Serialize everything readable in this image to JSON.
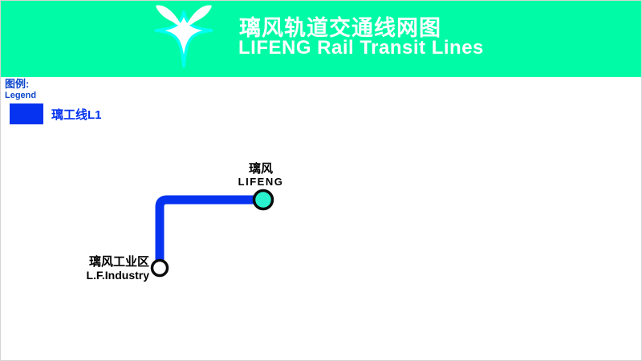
{
  "header": {
    "title_zh": "璃风轨道交通线网图",
    "title_en": "LIFENG Rail Transit Lines",
    "bg_color": "#00fba6",
    "logo_icon": "winged-star",
    "logo_star_color": "#ffffff",
    "logo_glow_color": "#00fff0"
  },
  "legend": {
    "title_zh": "图例:",
    "title_en": "Legend",
    "text_color": "#0b46cb",
    "items": [
      {
        "label": "璃工线L1",
        "color": "#0533f0"
      }
    ]
  },
  "map": {
    "lines": [
      {
        "id": "L1",
        "name": "璃工线L1",
        "color": "#0533f0",
        "stations": [
          {
            "name_zh": "璃风",
            "name_en": "LIFENG",
            "marker_fill": "#2bf2ce",
            "marker_ring": "#0b0b0b"
          },
          {
            "name_zh": "璃风工业区",
            "name_en": "L.F.Industry",
            "marker_fill": "#ffffff",
            "marker_ring": "#0b0b0b"
          }
        ]
      }
    ]
  }
}
